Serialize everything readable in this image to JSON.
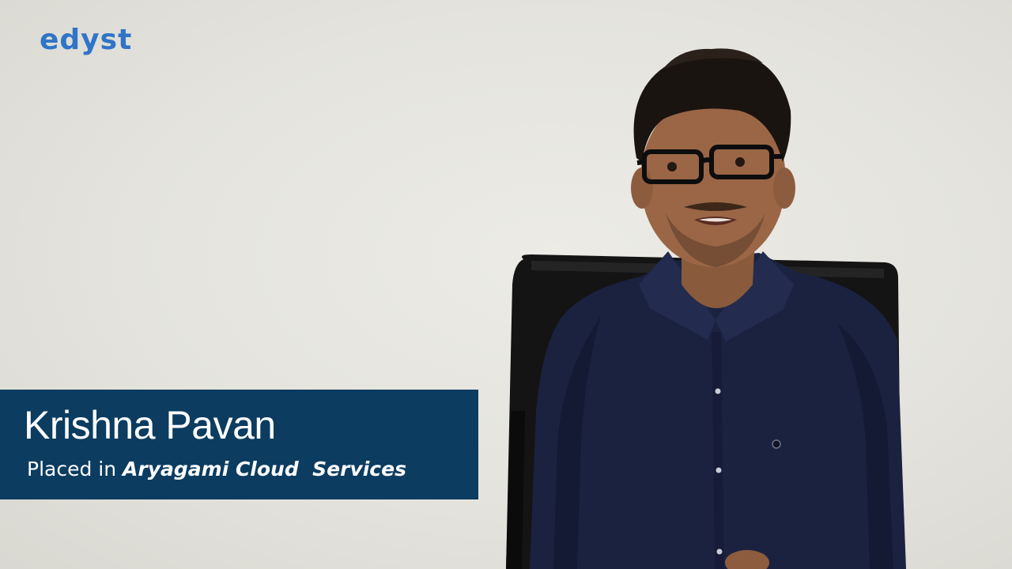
{
  "logo": {
    "text": "edyst"
  },
  "lower_third": {
    "name": "Krishna Pavan",
    "placed_prefix": "Placed in ",
    "company": "Aryagami Cloud  Services"
  },
  "colors": {
    "logo": "#2f74c8",
    "banner": "#0c3c60",
    "background": "#e6e5df",
    "shirt": "#1b2240",
    "chair": "#141414"
  }
}
